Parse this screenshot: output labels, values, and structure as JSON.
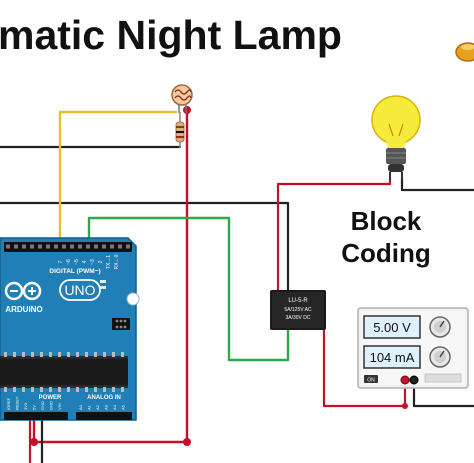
{
  "title": "matic Night Lamp",
  "block_coding": {
    "line1": "Block",
    "line2": "Coding"
  },
  "arduino": {
    "brand": "ARDUINO",
    "model": "UNO",
    "digital_label": "DIGITAL (PWM~)",
    "power_label": "POWER",
    "analog_label": "ANALOG IN",
    "digital_pins": [
      "7",
      "~6",
      "~5",
      "4",
      "~3",
      "2",
      "TX→1",
      "RX←0"
    ],
    "analog_pins": [
      "A0",
      "A1",
      "A2",
      "A3",
      "A4",
      "A5"
    ],
    "power_pins": [
      "IOREF",
      "RESET",
      "3V3",
      "5V",
      "GND",
      "GND",
      "VIN"
    ]
  },
  "relay": {
    "line1": "LU-5-R",
    "line2": "5A/125V AC",
    "line3": "3A/30V DC"
  },
  "power_supply": {
    "voltage": "5.00 V",
    "current": "104 mA",
    "switch_label": "ON"
  },
  "colors": {
    "board": "#1f7fb6",
    "wire_red": "#c4102b",
    "wire_black": "#222222",
    "wire_yellow": "#e5c12d",
    "wire_green": "#2aa84a",
    "bulb": "#f6ea3a"
  }
}
